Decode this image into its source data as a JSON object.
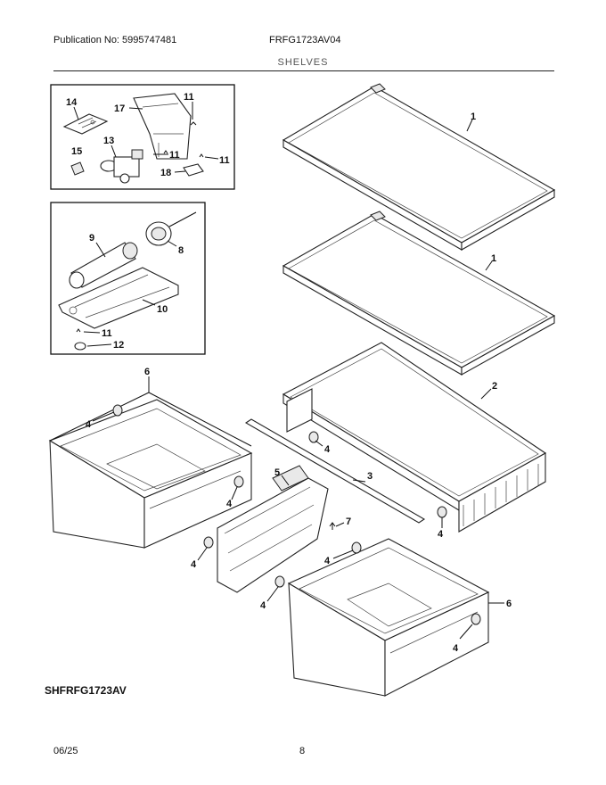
{
  "header": {
    "publication": "Publication No: 5995747481",
    "model": "FRFG1723AV04",
    "section_title": "SHELVES"
  },
  "diagram_code": "SHFRFG1723AV",
  "footer": {
    "date": "06/25",
    "page": "8"
  },
  "callouts": {
    "shelf_upper": "1",
    "shelf_middle": "1",
    "crisper_cover": "2",
    "trim_strip": "3",
    "glide_a": "4",
    "glide_b": "4",
    "glide_c": "4",
    "glide_d": "4",
    "glide_e": "4",
    "glide_f": "4",
    "glide_g": "4",
    "glide_h": "4",
    "divider": "5",
    "pan_left": "6",
    "pan_right": "6",
    "screw": "7",
    "filter_head": "8",
    "filter_cartridge": "9",
    "filter_housing": "10",
    "screw_b1": "11",
    "screw_b2": "11",
    "screw_b3": "11",
    "screw_b4": "11",
    "clip": "12",
    "valve": "13",
    "bracket": "14",
    "cap": "15",
    "cover": "17",
    "tube_clip": "18"
  }
}
